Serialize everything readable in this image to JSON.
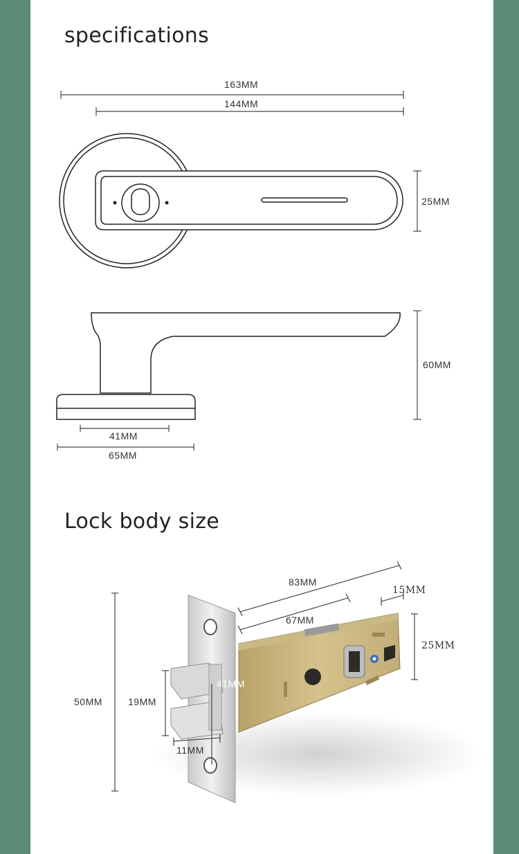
{
  "headings": {
    "specifications": "specifications",
    "lock_body": "Lock body size"
  },
  "dimensions": {
    "handle_total_length": "163MM",
    "handle_lever_length": "144MM",
    "handle_width": "25MM",
    "handle_height": "60MM",
    "rose_inner": "41MM",
    "rose_outer": "65MM",
    "lock_backset_total": "83MM",
    "lock_backset": "67MM",
    "lock_tail": "15MM",
    "lock_case_height": "25MM",
    "faceplate_height": "50MM",
    "latch_height": "19MM",
    "latch_width": "11MM",
    "latch_offset": "41MM"
  },
  "colors": {
    "side_bar": "#5a8c77",
    "panel": "#ffffff",
    "line": "#444444"
  }
}
